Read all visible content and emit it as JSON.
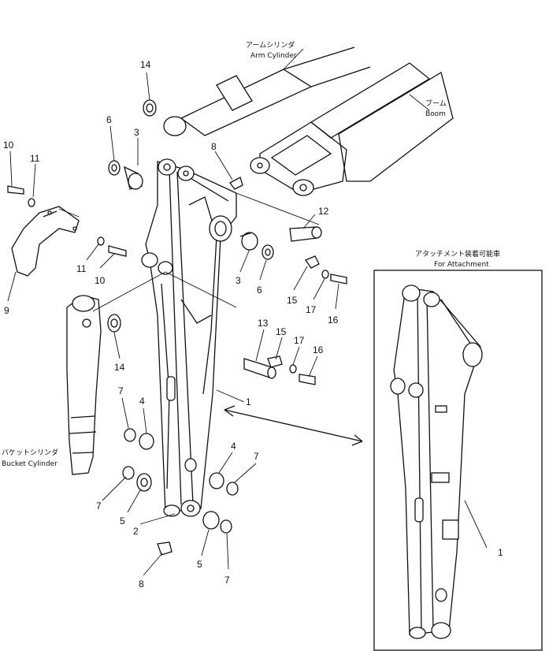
{
  "captions": {
    "arm_cylinder_jp": "アームシリンダ",
    "arm_cylinder_en": "Arm Cylinder",
    "boom_jp": "ブーム",
    "boom_en": "Boom",
    "bucket_cylinder_jp": "バケットシリンダ",
    "bucket_cylinder_en": "Bucket Cylinder",
    "attachment_jp": "アタッチメント装着可能車",
    "attachment_en": "For Attachment"
  },
  "callouts": [
    {
      "id": "c14a",
      "text": "14"
    },
    {
      "id": "c6a",
      "text": "6"
    },
    {
      "id": "c3a",
      "text": "3"
    },
    {
      "id": "c8a",
      "text": "8"
    },
    {
      "id": "c10a",
      "text": "10"
    },
    {
      "id": "c11a",
      "text": "11"
    },
    {
      "id": "c12",
      "text": "12"
    },
    {
      "id": "c11b",
      "text": "11"
    },
    {
      "id": "c10b",
      "text": "10"
    },
    {
      "id": "c3b",
      "text": "3"
    },
    {
      "id": "c6b",
      "text": "6"
    },
    {
      "id": "c15a",
      "text": "15"
    },
    {
      "id": "c17a",
      "text": "17"
    },
    {
      "id": "c16a",
      "text": "16"
    },
    {
      "id": "c9",
      "text": "9"
    },
    {
      "id": "c14b",
      "text": "14"
    },
    {
      "id": "c13",
      "text": "13"
    },
    {
      "id": "c15b",
      "text": "15"
    },
    {
      "id": "c17b",
      "text": "17"
    },
    {
      "id": "c16b",
      "text": "16"
    },
    {
      "id": "c1a",
      "text": "1"
    },
    {
      "id": "c7a",
      "text": "7"
    },
    {
      "id": "c4a",
      "text": "4"
    },
    {
      "id": "c4b",
      "text": "4"
    },
    {
      "id": "c7b",
      "text": "7"
    },
    {
      "id": "c7c",
      "text": "7"
    },
    {
      "id": "c5a",
      "text": "5"
    },
    {
      "id": "c2",
      "text": "2"
    },
    {
      "id": "c8b",
      "text": "8"
    },
    {
      "id": "c5b",
      "text": "5"
    },
    {
      "id": "c7d",
      "text": "7"
    },
    {
      "id": "c1b",
      "text": "1"
    }
  ]
}
